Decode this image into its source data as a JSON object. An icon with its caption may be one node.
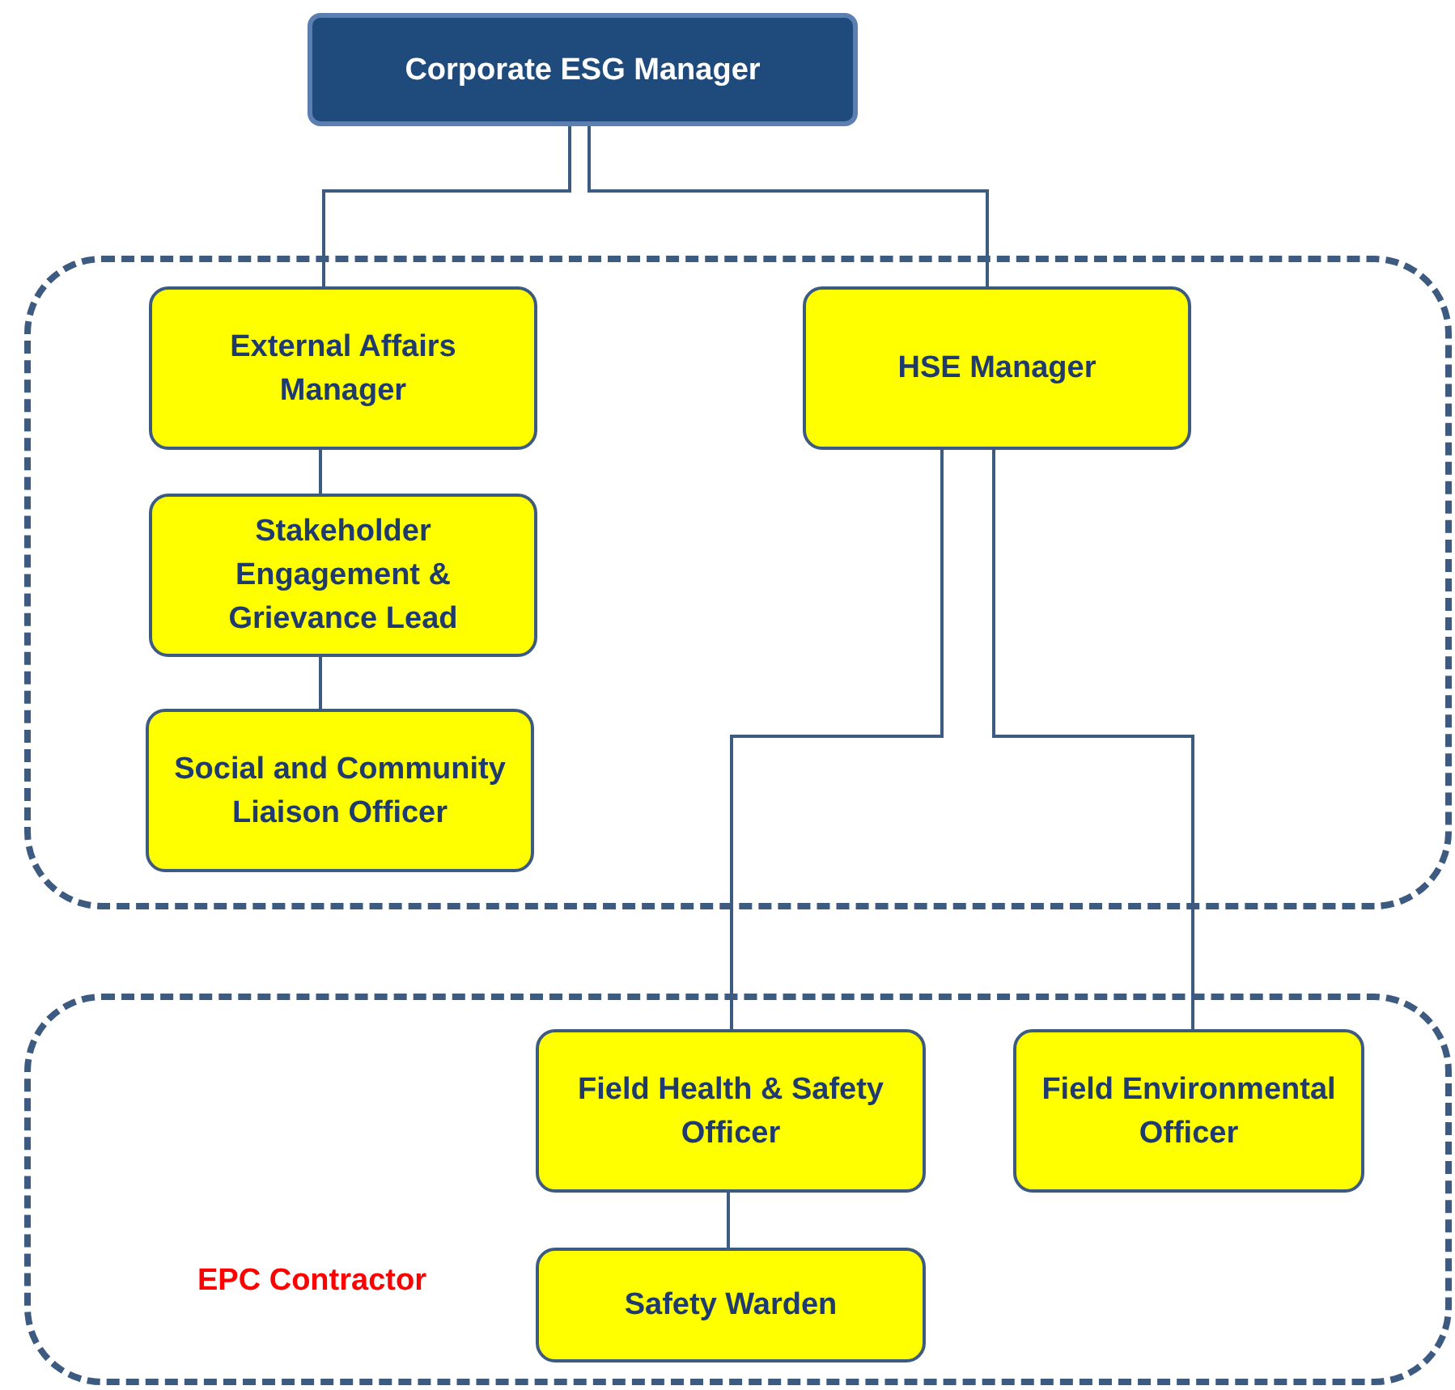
{
  "diagram": {
    "nodes": [
      {
        "text": [
          "Corporate ESG Manager"
        ]
      },
      {
        "text": [],
        "shape": "box"
      },
      {
        "text": [
          "External Affairs Manager"
        ],
        "in": 1
      },
      {
        "text": [
          "HSE Manager"
        ],
        "in": 1
      },
      {
        "text": [
          "Stakeholder Engagement & Grievance Lead"
        ],
        "in": 1
      },
      {
        "text": [
          "Social and Community Liaison Officer"
        ],
        "in": 1
      },
      {
        "text": [
          "EPC Contractor"
        ]
      },
      {
        "text": [
          "Field Health & Safety Officer"
        ],
        "in": 6
      },
      {
        "text": [
          "Field Environmental Officer"
        ],
        "in": 6
      },
      {
        "text": [
          "Safety Warden"
        ],
        "in": 6
      }
    ],
    "edges": [
      {
        "from": 0,
        "to": 2,
        "arrow": "none"
      },
      {
        "from": 0,
        "to": 3,
        "arrow": "none"
      },
      {
        "from": 2,
        "to": 4,
        "arrow": "none"
      },
      {
        "from": 4,
        "to": 5,
        "arrow": "none"
      },
      {
        "from": 3,
        "to": 7,
        "arrow": "none"
      },
      {
        "from": 3,
        "to": 8,
        "arrow": "none"
      },
      {
        "from": 7,
        "to": 9,
        "arrow": "none"
      }
    ]
  }
}
